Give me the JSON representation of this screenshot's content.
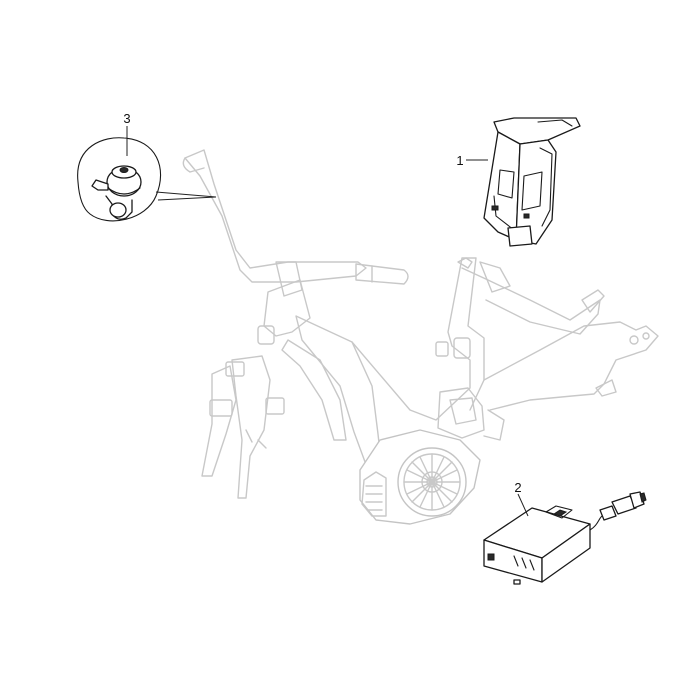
{
  "callouts": [
    {
      "id": "battery",
      "number": "1"
    },
    {
      "id": "charger",
      "number": "2"
    },
    {
      "id": "bell",
      "number": "3"
    }
  ],
  "colors": {
    "frame_line": "#c8c8c8",
    "part_line": "#1a1a1a",
    "background": "#ffffff"
  }
}
